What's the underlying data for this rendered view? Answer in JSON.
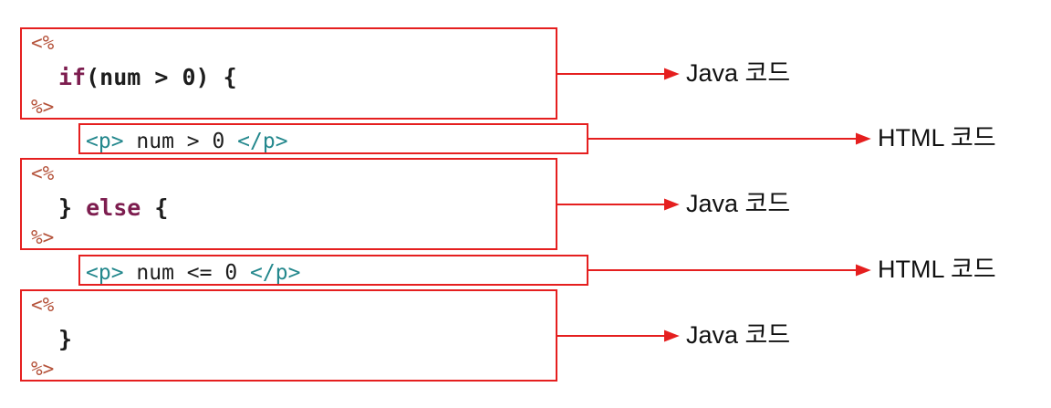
{
  "colors": {
    "border": "#e51f1f",
    "delimiter": "#b5533b",
    "keyword": "#7d1d4f",
    "tag": "#24888d"
  },
  "delimiters": {
    "open": "<%",
    "close": "%>"
  },
  "blocks": {
    "java1": {
      "kw": "if",
      "rest": "(num > 0) {",
      "label": "Java 코드"
    },
    "html1": {
      "open_tag": "<p>",
      "text": " num > 0 ",
      "close_tag": "</p>",
      "label": "HTML 코드"
    },
    "java2": {
      "brace": "} ",
      "kw": "else",
      "rest": " {",
      "label": "Java 코드"
    },
    "html2": {
      "open_tag": "<p>",
      "text": " num <= 0 ",
      "close_tag": "</p>",
      "label": "HTML 코드"
    },
    "java3": {
      "code": "}",
      "label": "Java 코드"
    }
  }
}
